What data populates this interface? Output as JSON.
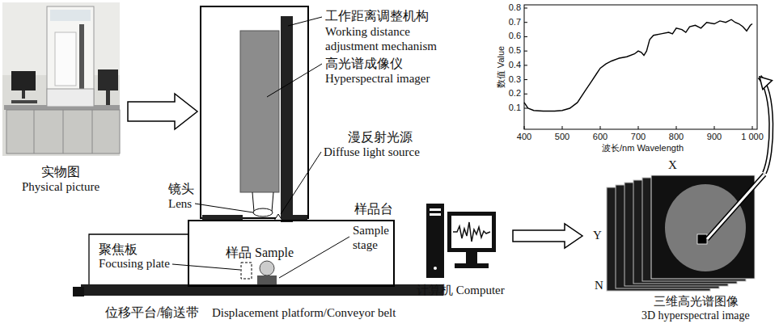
{
  "diagram": {
    "nodes": [
      {
        "text": [
          "样品 Sample"
        ]
      },
      {
        "text": [
          "计算机 Computer"
        ]
      },
      {
        "text": [
          "三维高光谱图像",
          "3D hyperspectral image"
        ]
      },
      {
        "text": [
          "数值 Value",
          "波长/nm Wavelength"
        ]
      }
    ],
    "edges": [
      {
        "from": 1,
        "to": 2,
        "arrow": "to"
      },
      {
        "from": 2,
        "to": 3,
        "arrow": "to"
      }
    ],
    "labels": [
      "实物图",
      "Physical picture",
      "工作距离调整机构",
      "Working distance adjustment mechanism",
      "高光谱成像仪",
      "Hyperspectral imager",
      "漫反射光源",
      "Diffuse light source",
      "镜头",
      "Lens",
      "样品台",
      "Sample stage",
      "聚焦板",
      "Focusing plate",
      "位移平台/输送带",
      "Displacement platform/Conveyor belt",
      "X",
      "Y",
      "N",
      "0.8",
      "0.7",
      "0.6",
      "0.5",
      "0.4",
      "0.3",
      "0.2",
      "0.1",
      "400",
      "500",
      "600",
      "700",
      "800",
      "900",
      "1 000"
    ]
  }
}
